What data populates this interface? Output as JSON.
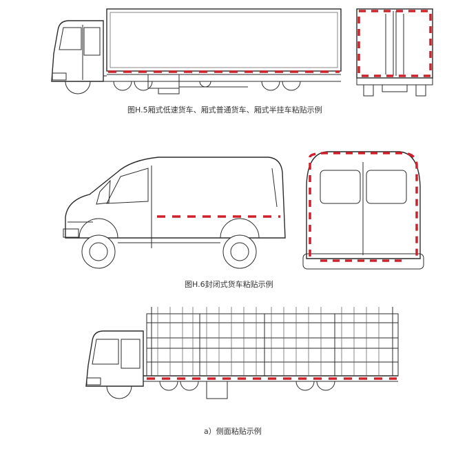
{
  "figure_h5": {
    "caption": "图H.5厢式低速货车、厢式普通货车、厢式半挂车粘贴示例"
  },
  "figure_h6": {
    "caption": "图H.6封闭式货车粘贴示例"
  },
  "figure_a": {
    "caption": "a）侧面粘贴示例"
  },
  "colors": {
    "line": "#2a2a2a",
    "reflective_red": "#d0202a",
    "reflective_white": "#ffffff",
    "background": "#ffffff"
  }
}
